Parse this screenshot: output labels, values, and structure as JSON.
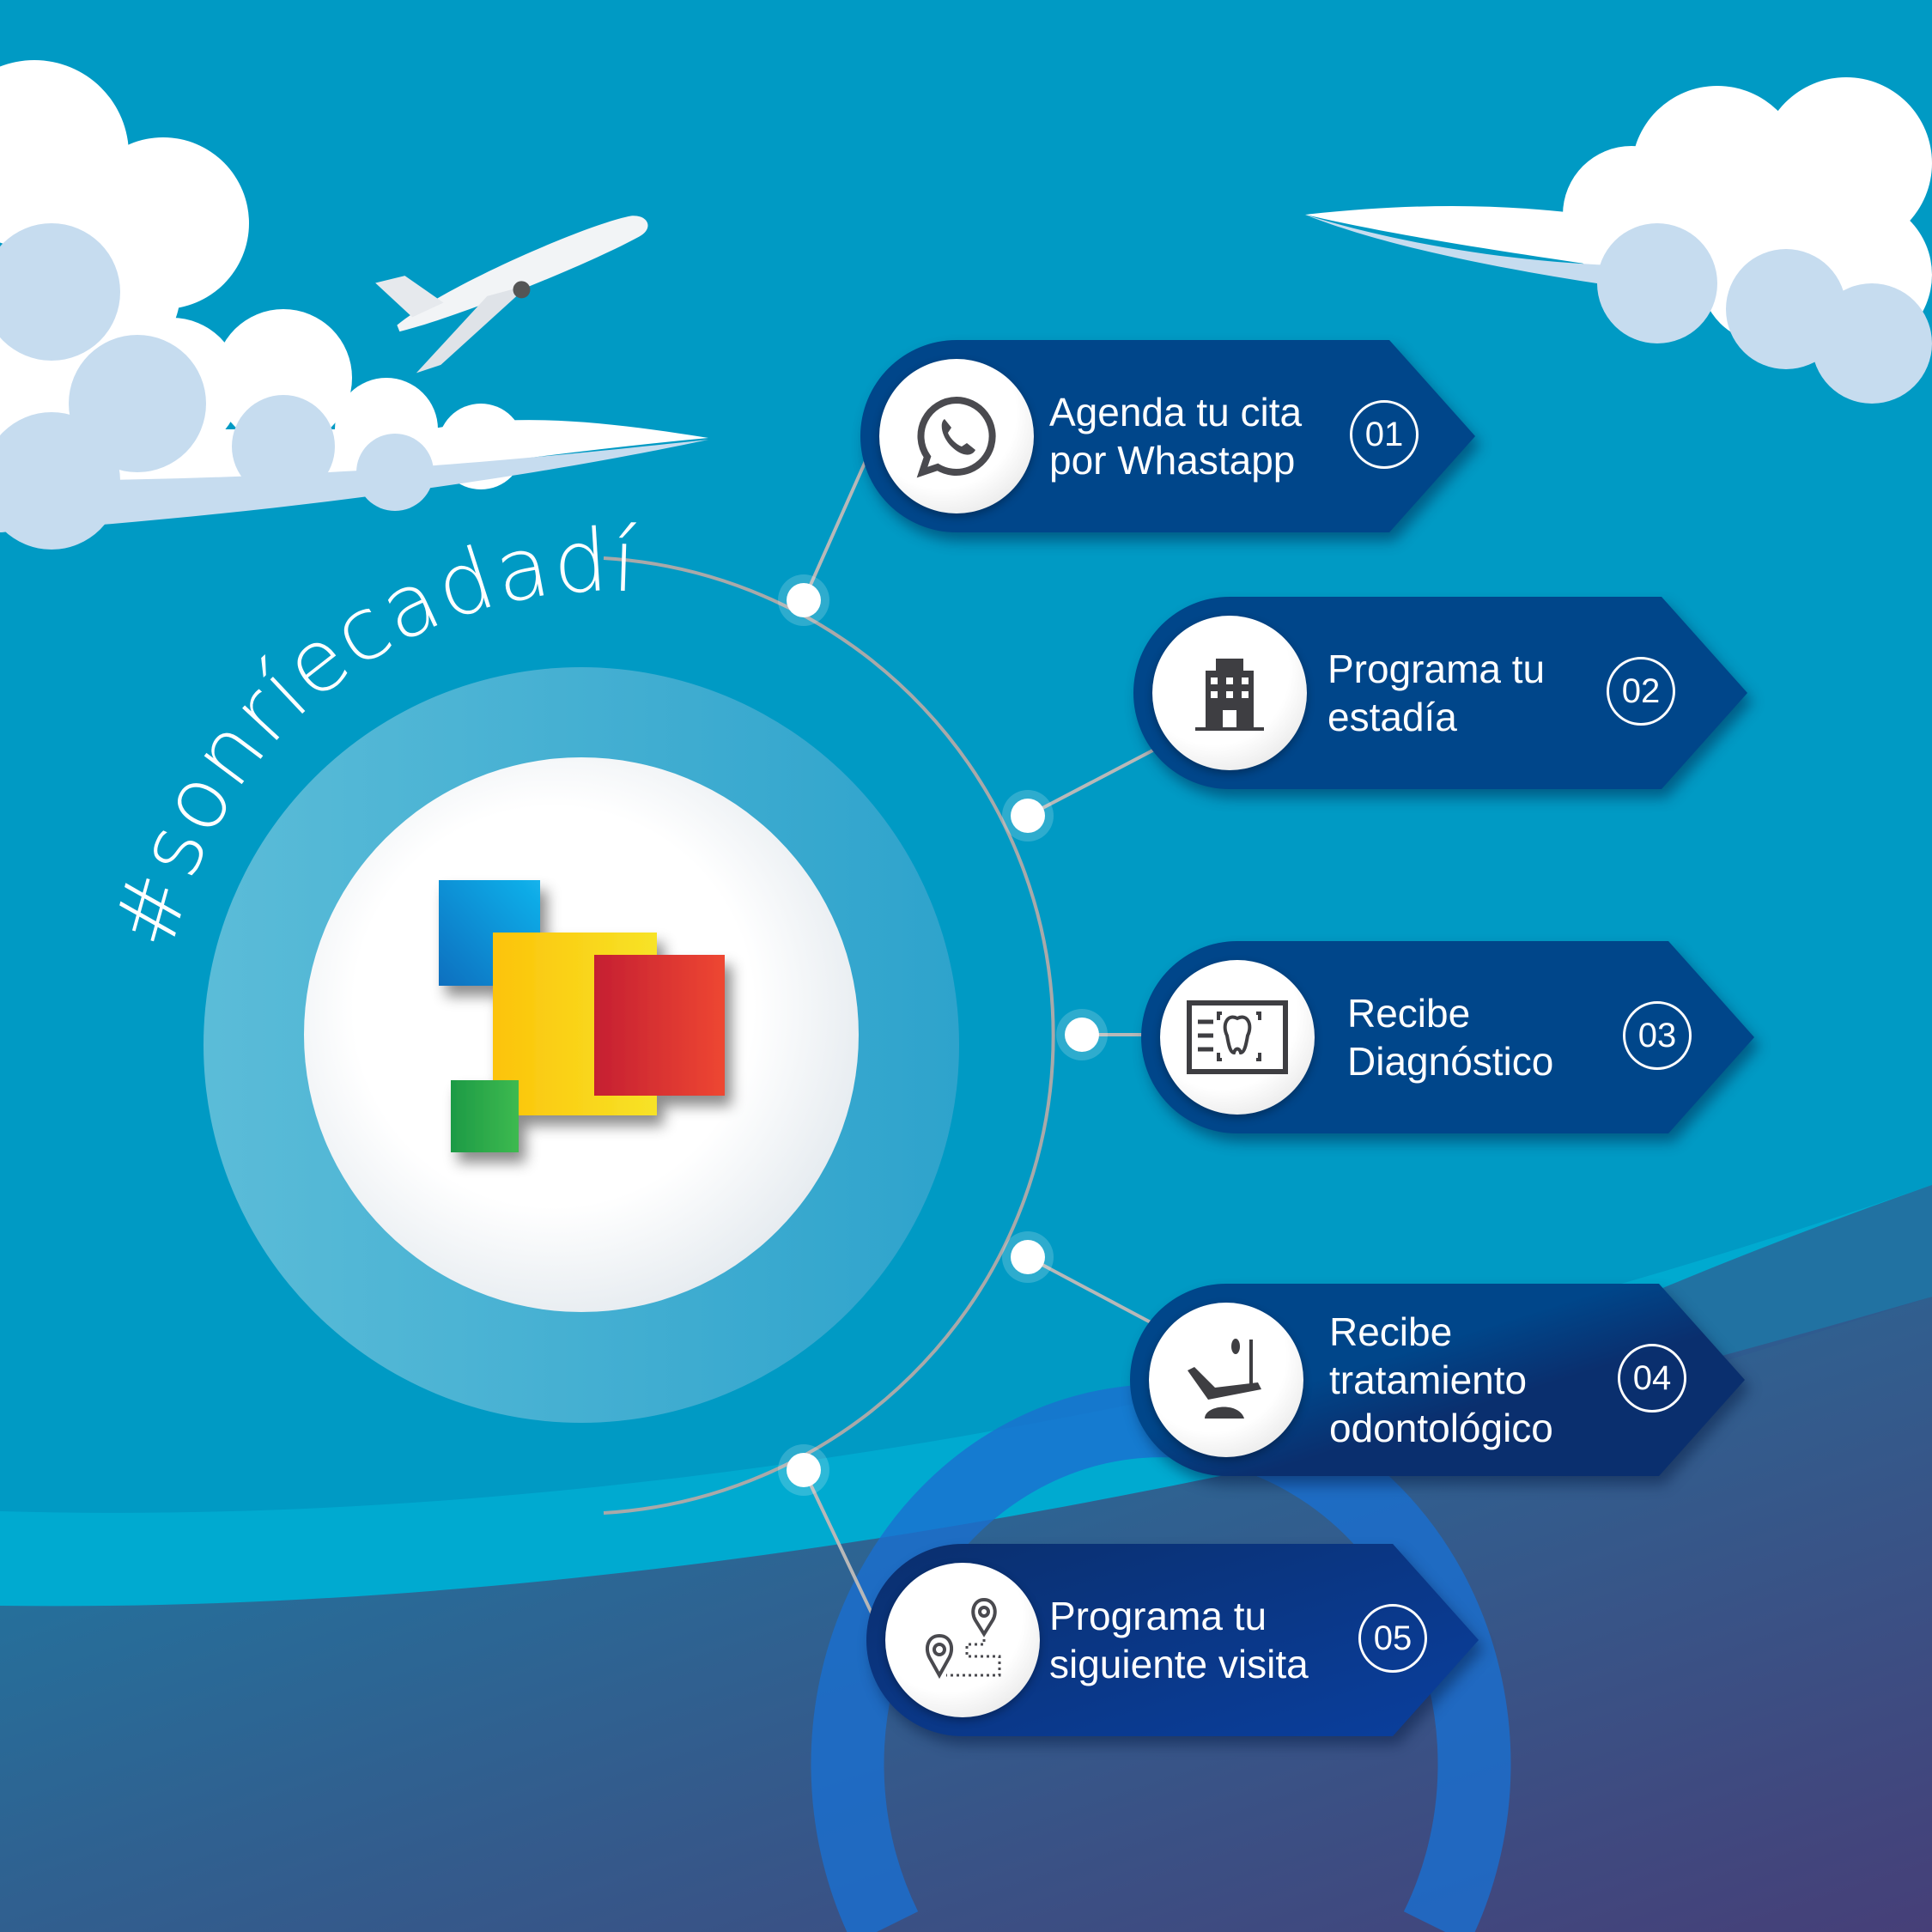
{
  "hashtag": "#sonríecadadía",
  "colors": {
    "sky": "#009ac4",
    "pill": "#00468a",
    "accent_red": "#e63b2e",
    "accent_yellow": "#fcd10f",
    "accent_blue": "#0a8fd8",
    "accent_green": "#2aa84a"
  },
  "steps": [
    {
      "text": "Agenda tu cita\npor Whastapp",
      "number": "01",
      "icon": "whatsapp-icon"
    },
    {
      "text": "Programa tu\nestadía",
      "number": "02",
      "icon": "hotel-building-icon"
    },
    {
      "text": "Recibe\nDiagnóstico",
      "number": "03",
      "icon": "dental-xray-icon"
    },
    {
      "text": "Recibe\ntratamiento\nodontológico",
      "number": "04",
      "icon": "dental-chair-icon"
    },
    {
      "text": "Programa tu\nsiguiente visita",
      "number": "05",
      "icon": "route-pins-icon"
    }
  ]
}
